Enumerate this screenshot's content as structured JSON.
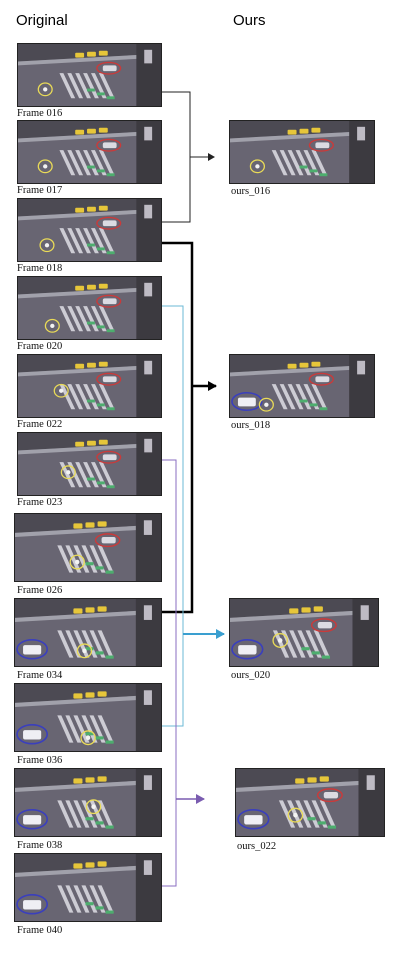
{
  "headers": {
    "left": "Original",
    "right": "Ours"
  },
  "original_frames": [
    {
      "label": "Frame 016"
    },
    {
      "label": "Frame 017"
    },
    {
      "label": "Frame 018"
    },
    {
      "label": "Frame 020"
    },
    {
      "label": "Frame 022"
    },
    {
      "label": "Frame 023"
    },
    {
      "label": "Frame 026"
    },
    {
      "label": "Frame 034"
    },
    {
      "label": "Frame 036"
    },
    {
      "label": "Frame 038"
    },
    {
      "label": "Frame 040"
    }
  ],
  "ours_frames": [
    {
      "label": "ours_016"
    },
    {
      "label": "ours_018"
    },
    {
      "label": "ours_020"
    },
    {
      "label": "ours_022"
    }
  ],
  "colors": {
    "bracket_1": "#222222",
    "bracket_2": "#000000",
    "bracket_3": "#6bb8d6",
    "bracket_4": "#8a6cc0",
    "arrow_3": "#3a9fd0",
    "arrow_4": "#7a5cb0",
    "circle_yellow": "#e8d84a",
    "circle_red": "#c62a2a",
    "circle_blue": "#2a2fb8"
  }
}
